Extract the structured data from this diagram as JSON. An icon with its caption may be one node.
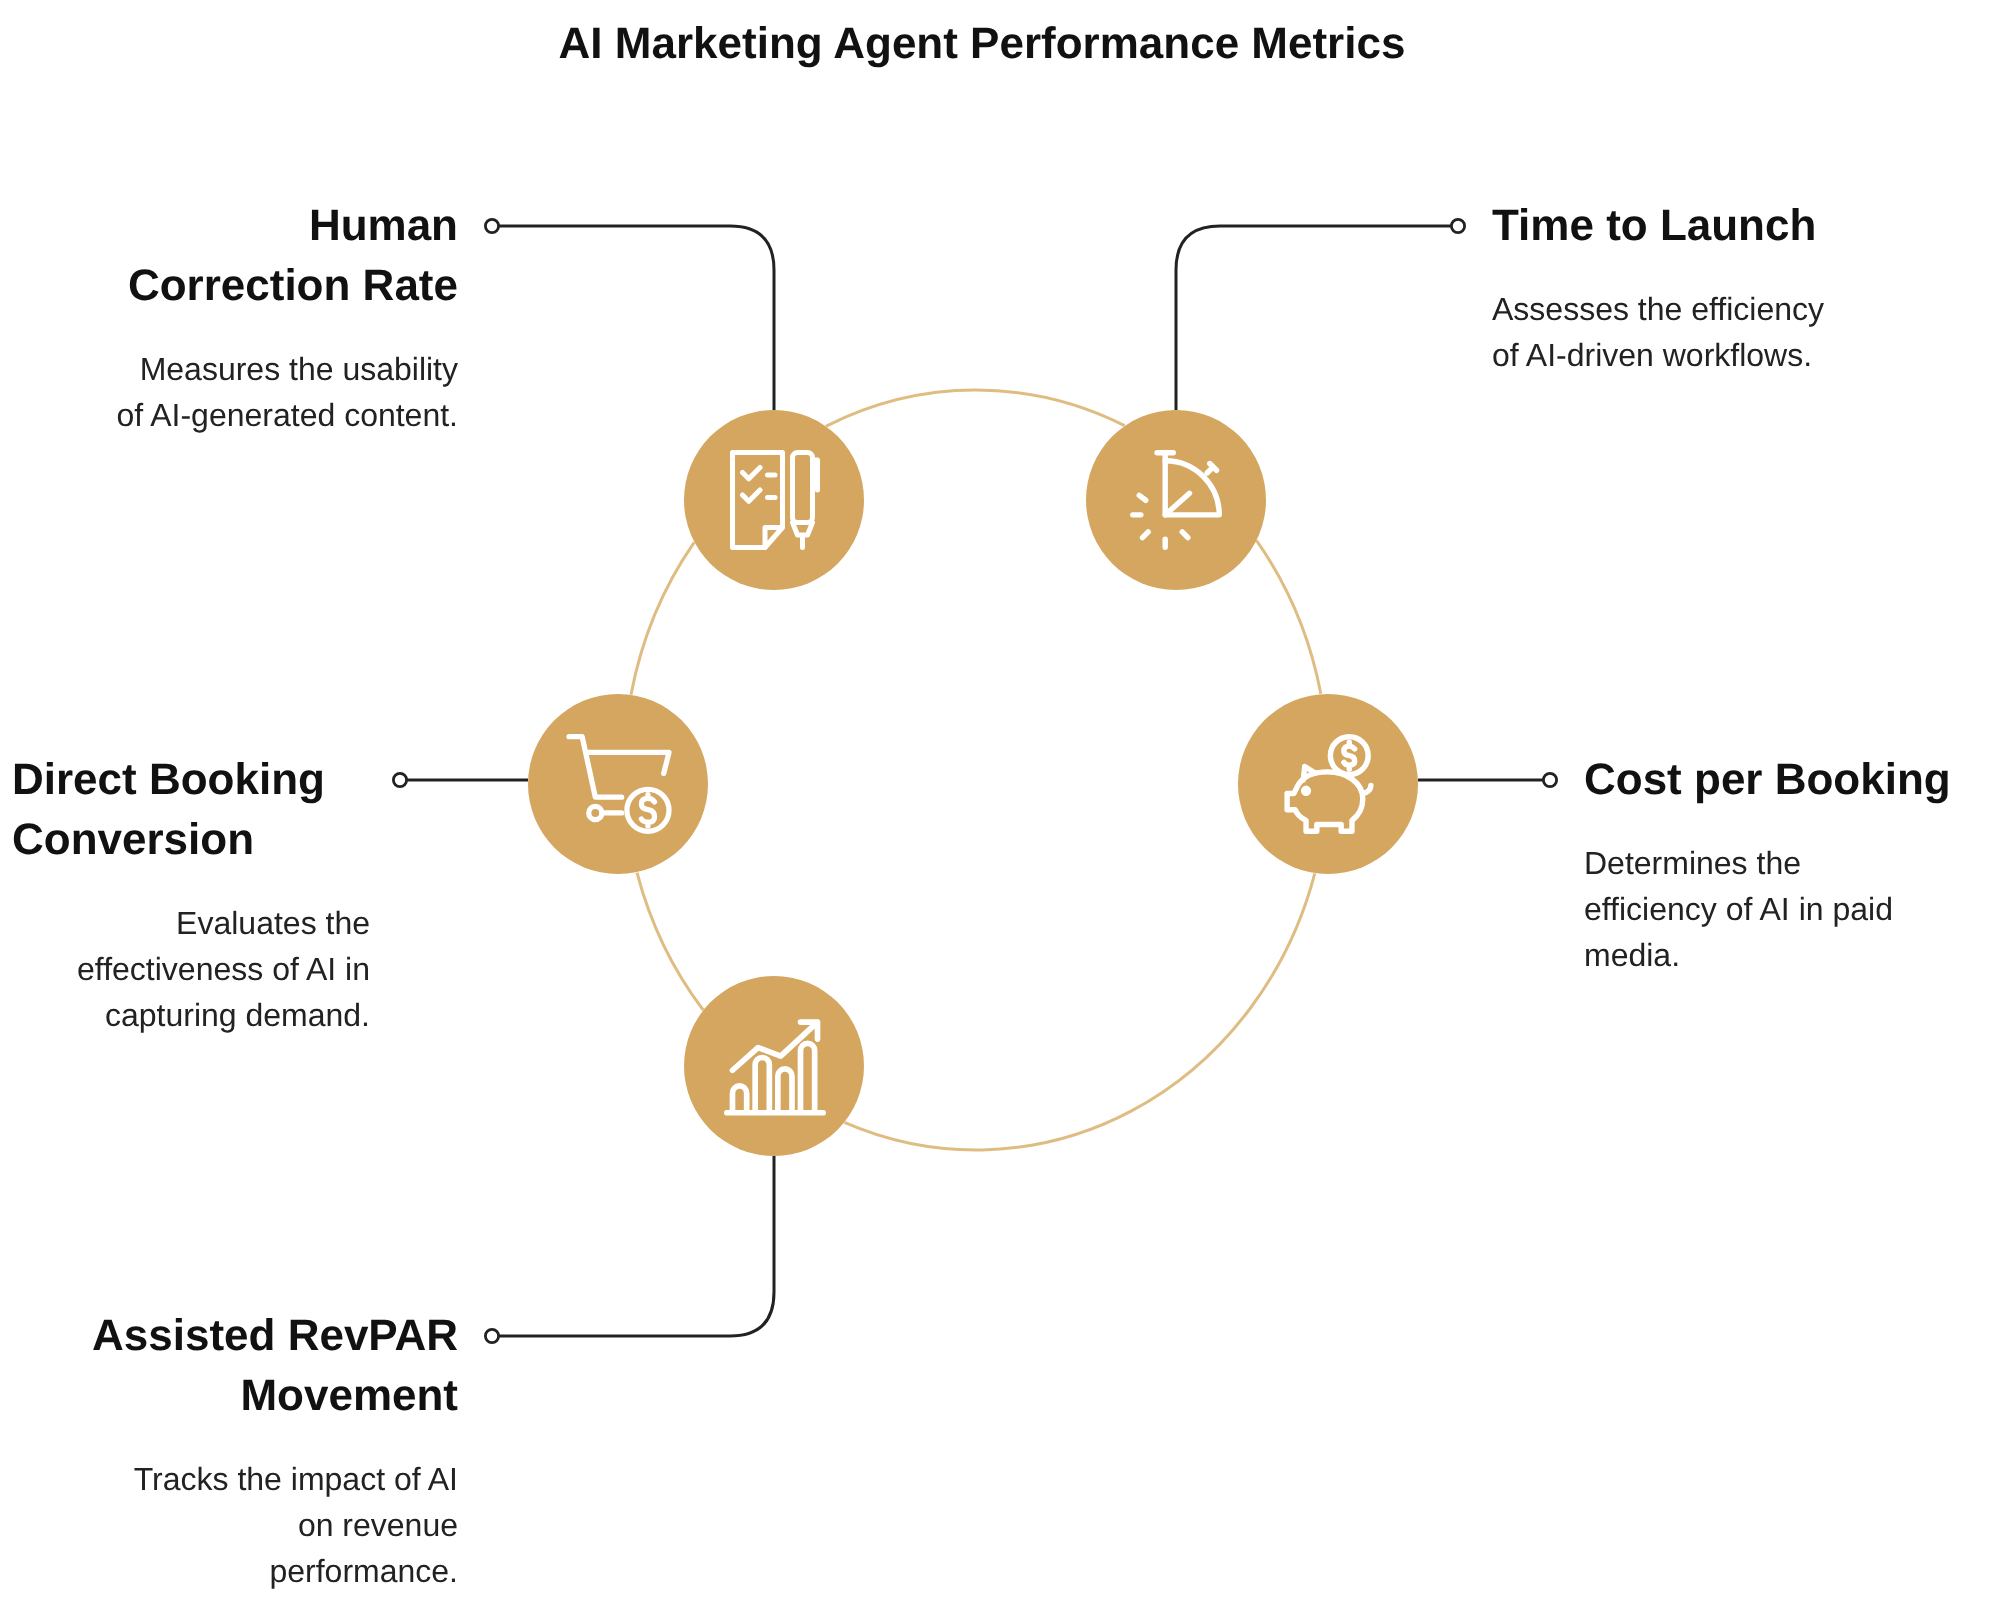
{
  "diagram": {
    "title": "AI Marketing Agent Performance Metrics",
    "nodes": [
      {
        "text": [
          "Human Correction Rate",
          "Measures the usability of AI-generated content."
        ]
      },
      {
        "text": [
          "Time to Launch",
          "Assesses the efficiency of AI-driven workflows."
        ]
      },
      {
        "text": [],
        "shape": "circle"
      },
      {
        "text": [],
        "shape": "circle"
      },
      {
        "text": [
          "Direct Booking Conversion",
          "Evaluates the effectiveness of AI in capturing demand."
        ]
      },
      {
        "text": [],
        "shape": "circle"
      },
      {
        "text": [],
        "shape": "circle"
      },
      {
        "text": [
          "Cost per Booking",
          "Determines the efficiency of AI in paid media."
        ]
      },
      {
        "text": [],
        "shape": "circle"
      },
      {
        "text": [
          "Assisted RevPAR Movement",
          "Tracks the impact of AI on revenue performance."
        ]
      }
    ],
    "edges": [
      {
        "from": 0,
        "to": 2,
        "arrow": "other"
      },
      {
        "from": 1,
        "to": 3,
        "arrow": "other"
      },
      {
        "from": 4,
        "to": 5,
        "arrow": "other"
      },
      {
        "from": 7,
        "to": 6,
        "arrow": "other"
      },
      {
        "from": 9,
        "to": 8,
        "arrow": "other"
      },
      {
        "from": 2,
        "to": 3,
        "arrow": "none",
        "color": "#dfbd82"
      },
      {
        "from": 3,
        "to": 6,
        "arrow": "none",
        "color": "#dfbd82"
      },
      {
        "from": 6,
        "to": 8,
        "arrow": "none",
        "color": "#dfbd82"
      },
      {
        "from": 8,
        "to": 5,
        "arrow": "none",
        "color": "#dfbd82"
      },
      {
        "from": 5,
        "to": 2,
        "arrow": "none",
        "color": "#dfbd82"
      }
    ]
  }
}
